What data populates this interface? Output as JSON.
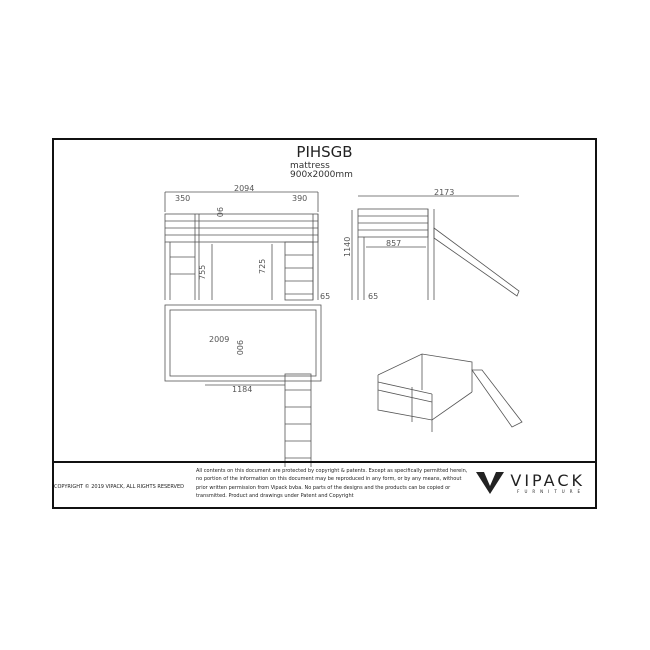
{
  "title": "PIHSGB",
  "mattress_label": "mattress",
  "mattress_size": "900x2000mm",
  "dimensions": {
    "front_total": "2094",
    "front_left": "350",
    "front_right": "390",
    "front_rail": "90",
    "front_h1": "755",
    "front_h2": "725",
    "front_post": "65",
    "side_total": "2173",
    "side_height": "1140",
    "side_inner": "857",
    "side_post": "65",
    "top_length": "2009",
    "top_width": "900",
    "top_offset": "1184"
  },
  "footer": {
    "copyright": "COPYRIGHT  © 2019 VIPACK, ALL RIGHTS RESERVED",
    "legal": [
      "All contents on this document are protected by copyright & patents. Except as specifically permitted herein,",
      "no portion of the information on this document may be reproduced in any form, or by any means, without",
      "prior written permission from Vipack bvba. No parts of the designs and the products can be copied or",
      "transmitted. Product and drawings under Patent and Copyright"
    ],
    "logo_text": "VIPACK",
    "logo_sub": "FURNITURE"
  }
}
